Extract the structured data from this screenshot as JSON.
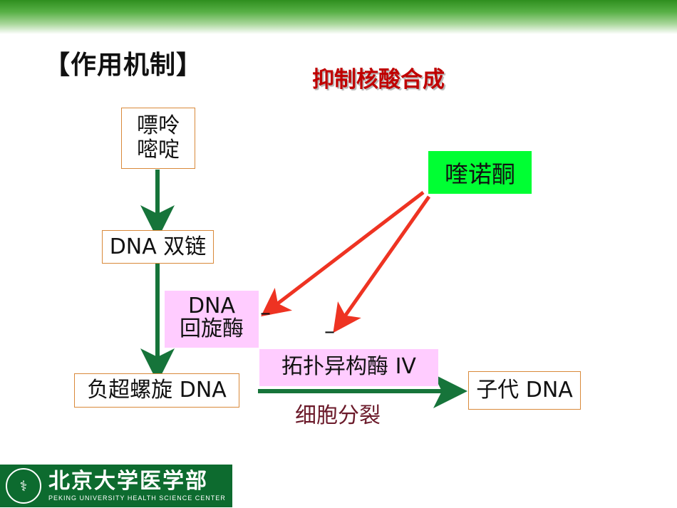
{
  "title": "【作用机制】",
  "subtitle": "抑制核酸合成",
  "nodes": {
    "purine_line1": "嘌呤",
    "purine_line2": "嘧啶",
    "dsdna": "DNA 双链",
    "supercoil": "负超螺旋 DNA",
    "gyrase_line1": "DNA",
    "gyrase_line2": "回旋酶",
    "topo": "拓扑异构酶 IV",
    "quinolone": "喹诺酮",
    "daughter": "子代 DNA"
  },
  "edge_labels": {
    "cell_division": "细胞分裂",
    "inhibit_1": "–",
    "inhibit_2": "–"
  },
  "logo": {
    "name": "北京大学医学部",
    "english": "PEKING UNIVERSITY HEALTH SCIENCE CENTER",
    "emblem_icon": "university-seal-icon"
  },
  "colors": {
    "flow_arrow": "#16743a",
    "inhibit_arrow": "#ee3322",
    "box_border": "#d9893a",
    "enzyme_fill": "#ffccff",
    "drug_fill": "#00ff33",
    "subtitle": "#c00000",
    "division_label": "#6b1a2a"
  }
}
